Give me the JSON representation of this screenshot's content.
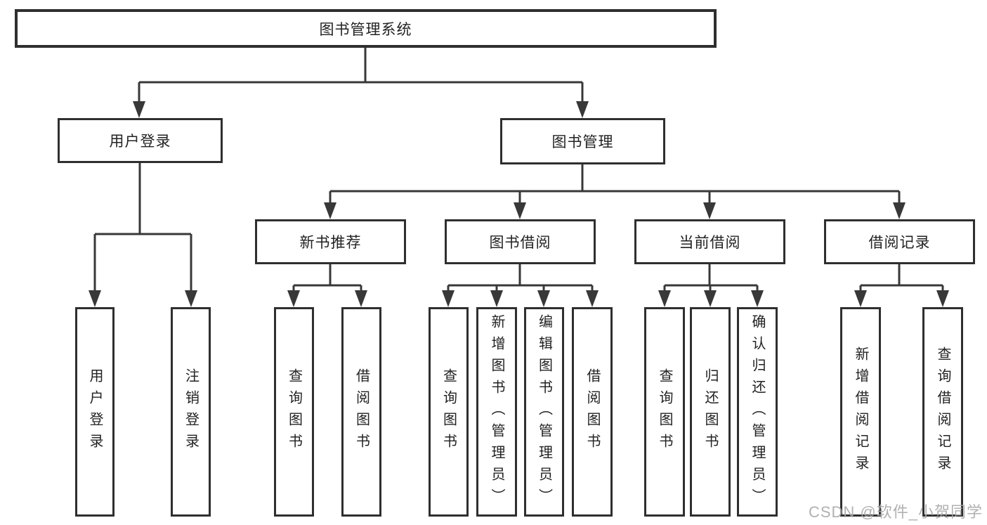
{
  "tree": {
    "label": "图书管理系统",
    "children": [
      {
        "label": "用户登录",
        "children": [
          {
            "label": "用户登录"
          },
          {
            "label": "注销登录"
          }
        ]
      },
      {
        "label": "图书管理",
        "children": [
          {
            "label": "新书推荐",
            "children": [
              {
                "label": "查询图书"
              },
              {
                "label": "借阅图书"
              }
            ]
          },
          {
            "label": "图书借阅",
            "children": [
              {
                "label": "查询图书"
              },
              {
                "label": "新增图书（管理员）"
              },
              {
                "label": "编辑图书（管理员）"
              },
              {
                "label": "借阅图书"
              }
            ]
          },
          {
            "label": "当前借阅",
            "children": [
              {
                "label": "查询图书"
              },
              {
                "label": "归还图书"
              },
              {
                "label": "确认归还（管理员）"
              }
            ]
          },
          {
            "label": "借阅记录",
            "children": [
              {
                "label": "新增借阅记录"
              },
              {
                "label": "查询借阅记录"
              }
            ]
          }
        ]
      }
    ]
  },
  "watermark": {
    "text": "CSDN @软件_小贺同学"
  },
  "colors": {
    "line": "#383838",
    "border": "#2f2f2f",
    "text": "#222222"
  }
}
